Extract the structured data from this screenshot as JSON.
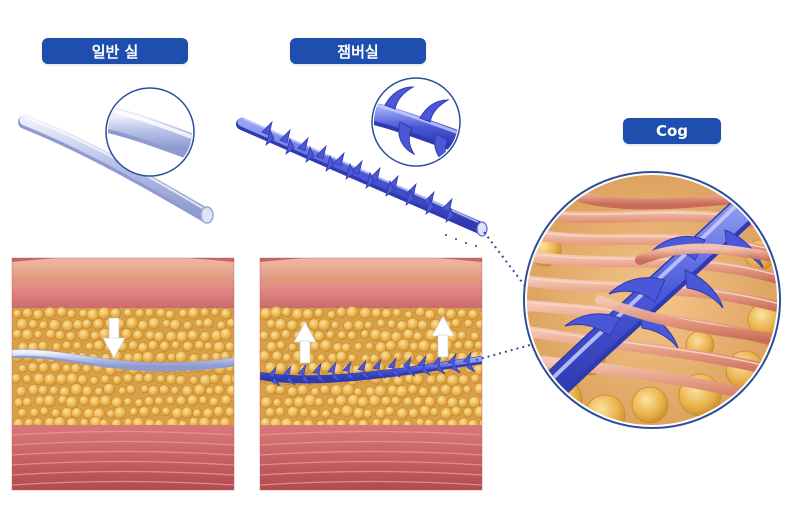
{
  "labels": {
    "plain_thread": "일반 실",
    "cog_thread": "잼버실",
    "cog": "Cog"
  },
  "colors": {
    "label_bg": "#1f4fae",
    "thread_plain": "#b9c3e8",
    "thread_cog": "#4a58d8",
    "skin_top": "#e7a58d",
    "dermis": "#d9787a",
    "fat": "#e9b551",
    "muscle": "#c8585b",
    "muscle_fiber": "#e49a80",
    "arrow": "#ffffff",
    "connector": "#2c4f9a"
  },
  "icons": [
    "down-arrow-icon",
    "up-arrow-icon",
    "magnifier-circle-icon"
  ]
}
